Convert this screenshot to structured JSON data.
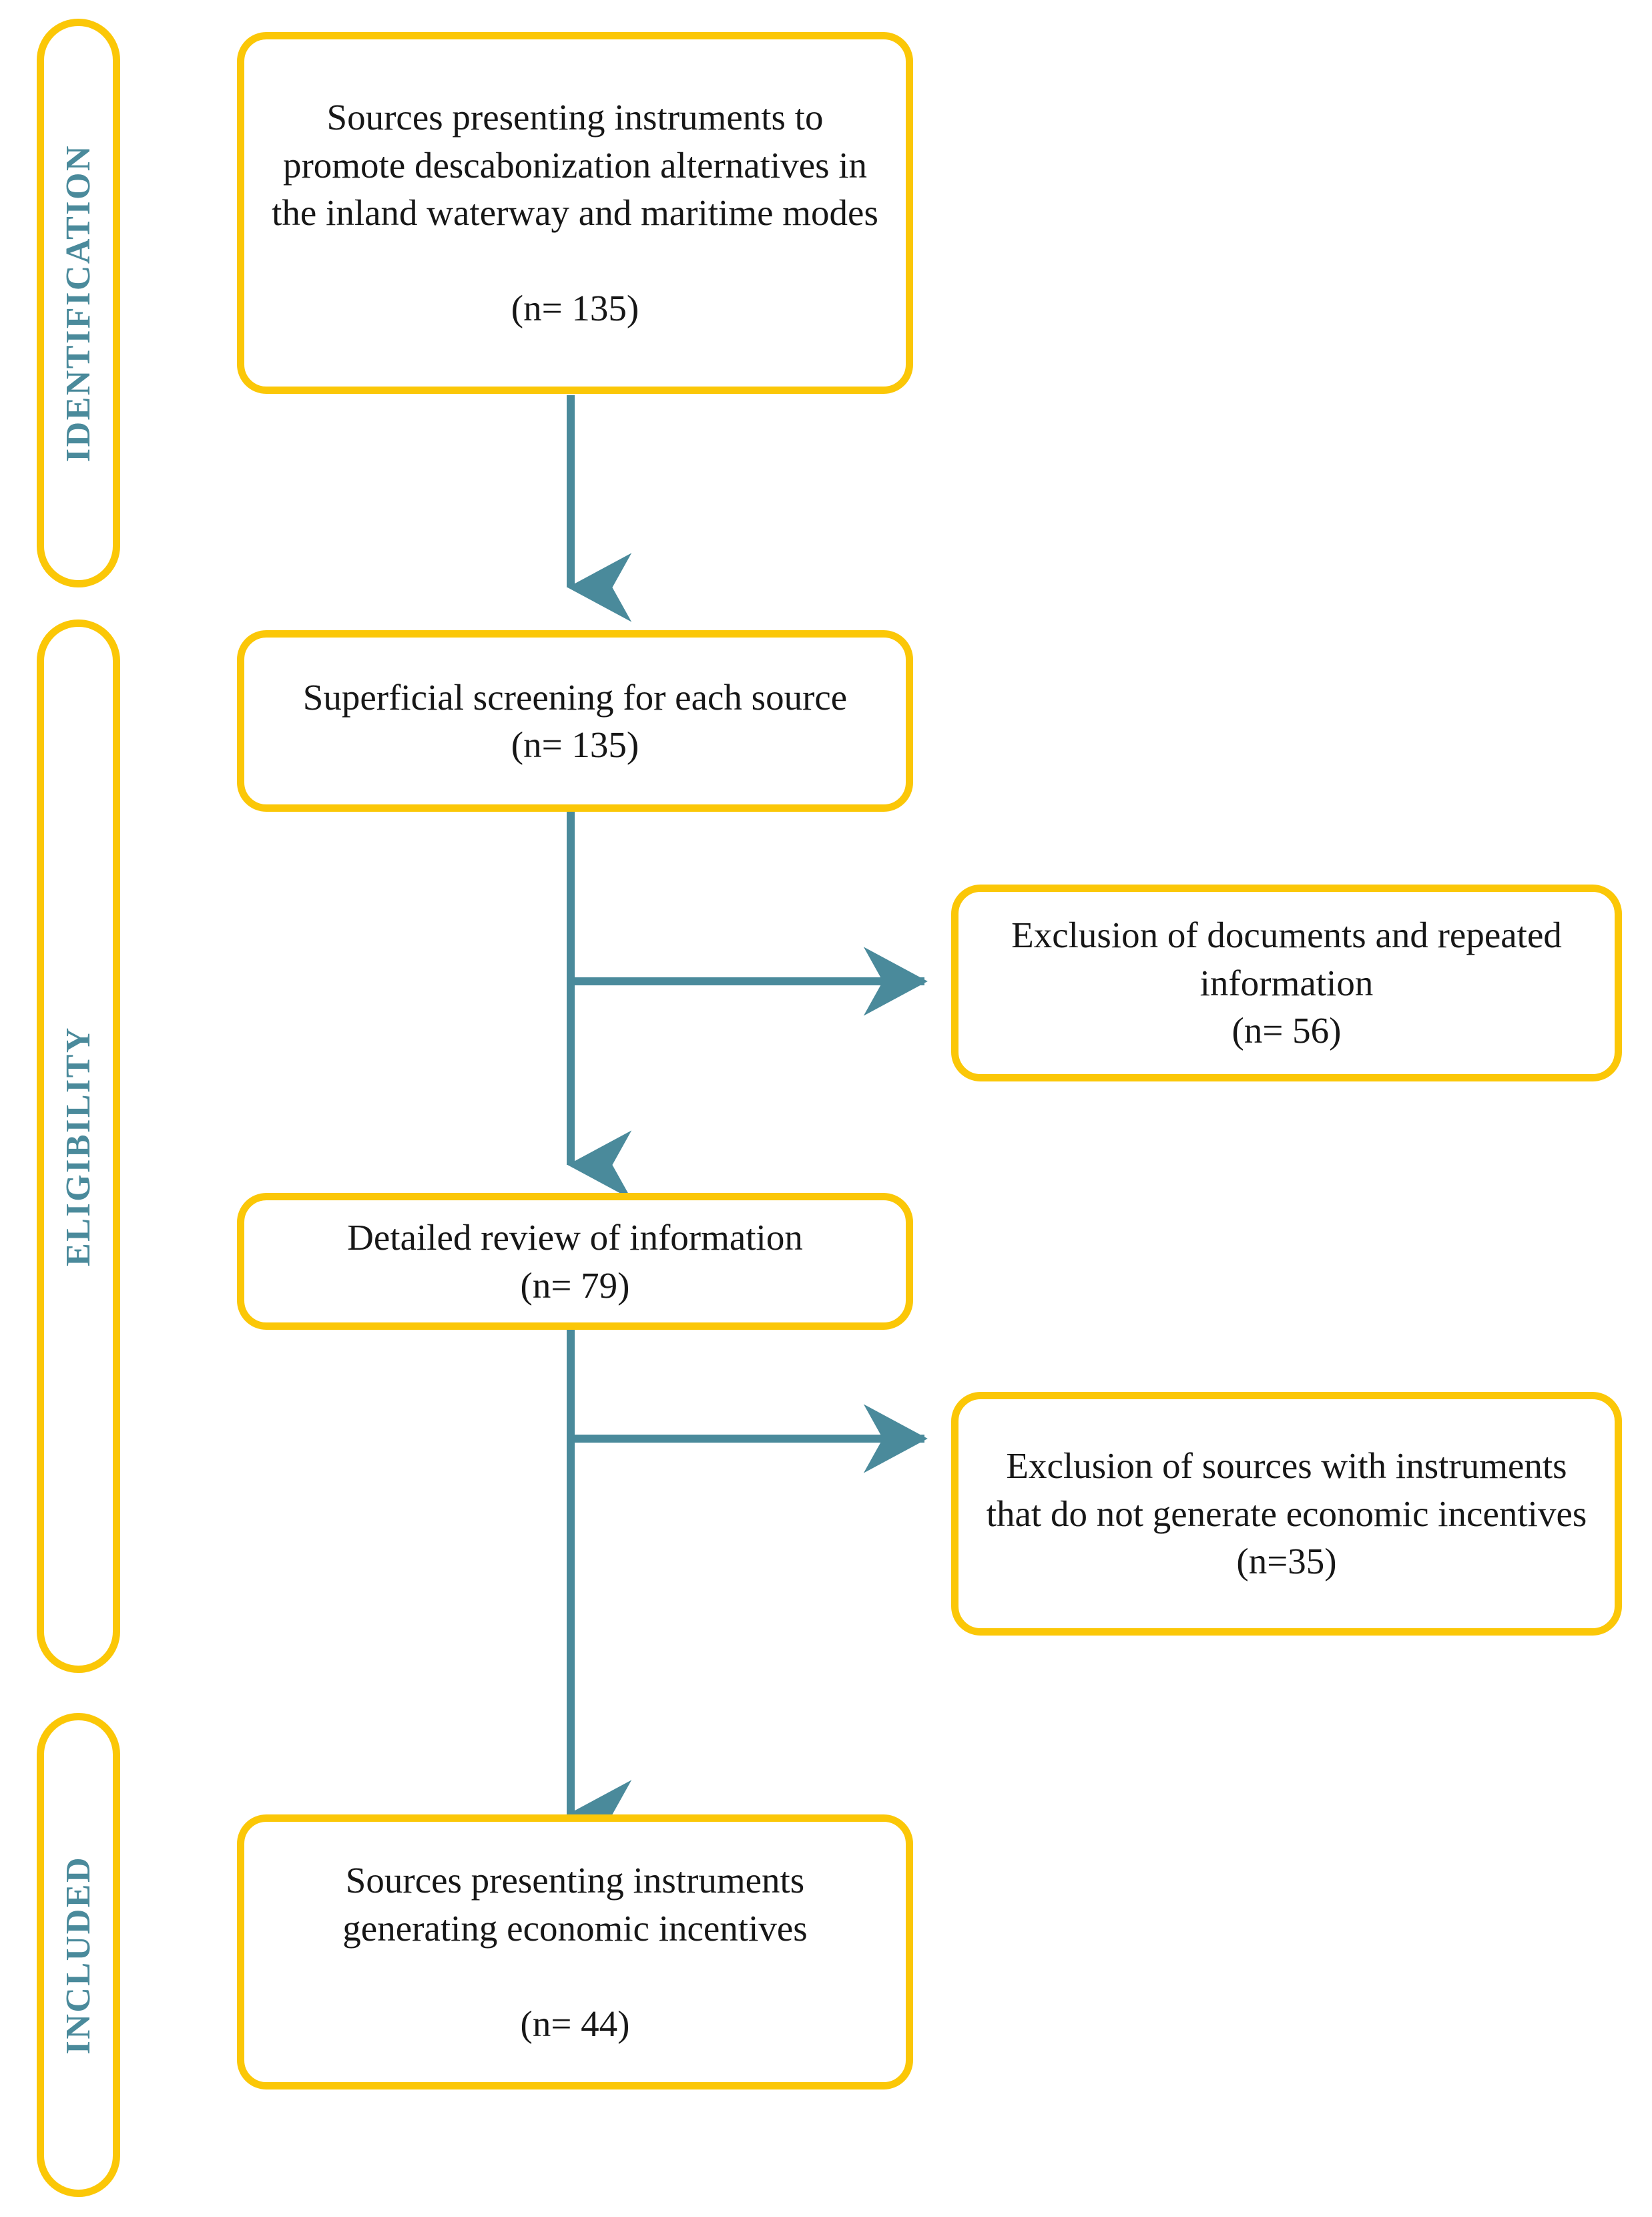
{
  "diagram": {
    "type": "prisma-flow-diagram",
    "colors": {
      "box_border": "#FBC707",
      "phase_label": "#4A8A9B",
      "arrow": "#4A8A9B",
      "box_text": "#171717",
      "background": "#FFFFFF"
    },
    "phases": [
      {
        "id": "identification",
        "label": "IDENTIFICATION"
      },
      {
        "id": "eligibility",
        "label": "ELIGIBILITY"
      },
      {
        "id": "included",
        "label": "INCLUDED"
      }
    ],
    "boxes": [
      {
        "id": "sources-identified",
        "text": "Sources presenting instruments to promote descabonization alternatives in the inland waterway and maritime modes\n\n(n= 135)",
        "count_label": "(n= 135)",
        "count": 135
      },
      {
        "id": "superficial-screening",
        "text": "Superficial screening  for each source\n(n= 135)",
        "count_label": "(n= 135)",
        "count": 135
      },
      {
        "id": "exclusion-documents-repeated",
        "text": "Exclusion of documents and repeated information\n(n= 56)",
        "count_label": "(n= 56)",
        "count": 56
      },
      {
        "id": "detailed-review",
        "text": "Detailed review of information\n(n= 79)",
        "count_label": "(n= 79)",
        "count": 79
      },
      {
        "id": "exclusion-no-economic-incentives",
        "text": "Exclusion of sources with instruments that do not generate economic incentives\n(n=35)",
        "count_label": "(n=35)",
        "count": 35
      },
      {
        "id": "sources-included",
        "text": "Sources presenting instruments generating economic incentives\n\n(n= 44)",
        "count_label": "(n= 44)",
        "count": 44
      }
    ],
    "connectors": [
      {
        "id": "arrow-identified-to-screening",
        "from": "sources-identified",
        "to": "superficial-screening",
        "direction": "down"
      },
      {
        "id": "arrow-screening-to-exclusion-1",
        "from": "superficial-screening",
        "to": "exclusion-documents-repeated",
        "direction": "right"
      },
      {
        "id": "arrow-screening-to-detailed-review",
        "from": "superficial-screening",
        "to": "detailed-review",
        "direction": "down"
      },
      {
        "id": "arrow-review-to-exclusion-2",
        "from": "detailed-review",
        "to": "exclusion-no-economic-incentives",
        "direction": "right"
      },
      {
        "id": "arrow-review-to-included",
        "from": "detailed-review",
        "to": "sources-included",
        "direction": "down"
      }
    ]
  }
}
